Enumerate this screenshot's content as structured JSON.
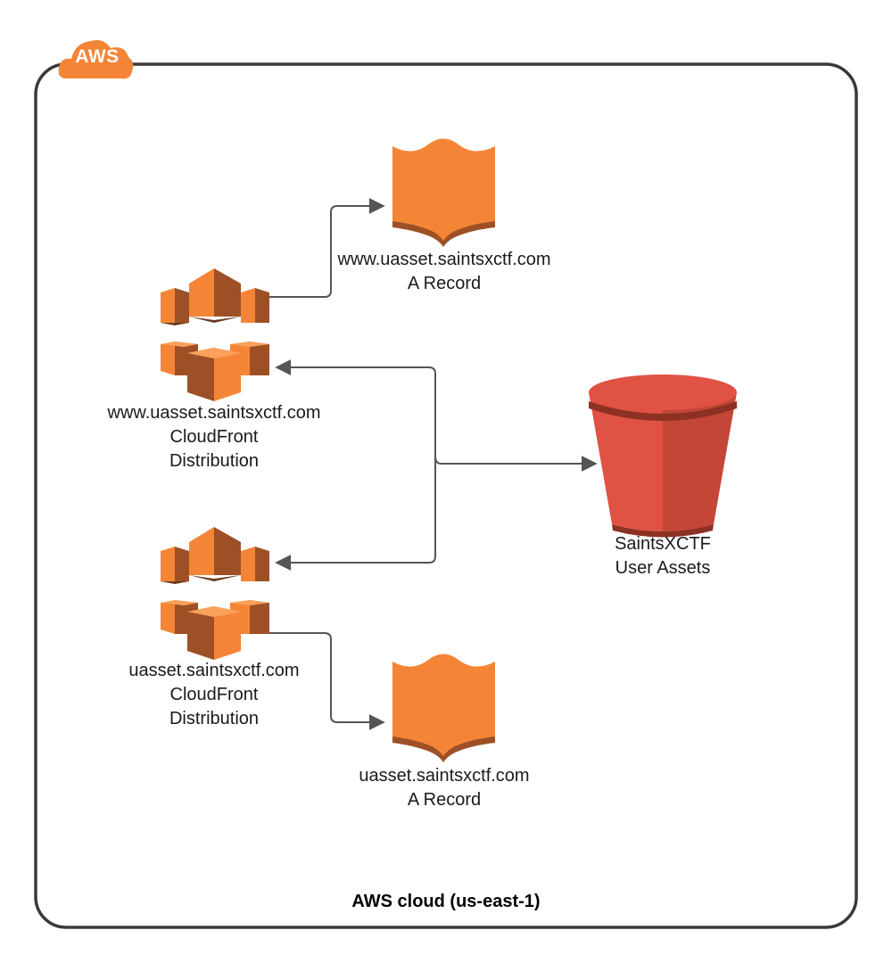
{
  "badge": {
    "text": "AWS"
  },
  "region_label": "AWS cloud (us-east-1)",
  "nodes": {
    "www_record": {
      "line1": "www.uasset.saintsxctf.com",
      "line2": "A Record"
    },
    "www_cloudfront": {
      "line1": "www.uasset.saintsxctf.com",
      "line2": "CloudFront",
      "line3": "Distribution"
    },
    "bucket": {
      "line1": "SaintsXCTF",
      "line2": "User Assets"
    },
    "cloudfront": {
      "line1": "uasset.saintsxctf.com",
      "line2": "CloudFront",
      "line3": "Distribution"
    },
    "record": {
      "line1": "uasset.saintsxctf.com",
      "line2": "A Record"
    }
  },
  "icons": {
    "route53": "shield-icon",
    "cloudfront": "cloudfront-icon",
    "s3": "s3-bucket-icon",
    "aws": "aws-cloud-icon"
  },
  "colors": {
    "orange": "#F58536",
    "orange_dark": "#9D5025",
    "orange_mid": "#6B3A1E",
    "red": "#E05243",
    "red_dark": "#8C3123",
    "border": "#3a3a3a",
    "connector": "#555555"
  }
}
